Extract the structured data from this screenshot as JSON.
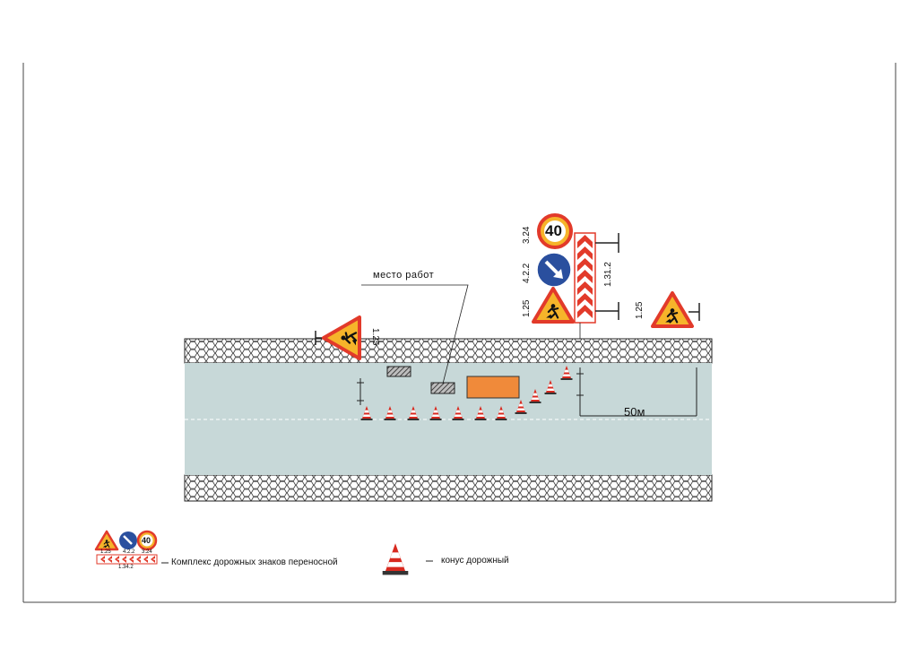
{
  "labels": {
    "work_site": "место работ",
    "distance": "50м",
    "sign_1_25": "1.25",
    "sign_4_2_2": "4.2.2",
    "sign_3_24": "3.24",
    "sign_1_31_2": "1.31.2",
    "speed_value": "40"
  },
  "legend": {
    "sign_complex": "Комплекс дорожных знаков переносной",
    "cone": "конус дорожный",
    "sub_1_25": "1.25",
    "sub_4_2_2": "4.2.2",
    "sub_3_24": "3.24",
    "sub_1_34_2": "1.34.2",
    "speed_value": "40"
  },
  "colors": {
    "road": "#c7d8d8",
    "shoulder_hatch": "#555555",
    "sign_red": "#e23a2a",
    "sign_yellow": "#f6b42a",
    "sign_blue": "#2a4f9e",
    "vehicle": "#f08a3a",
    "cone_red": "#d8291f"
  }
}
